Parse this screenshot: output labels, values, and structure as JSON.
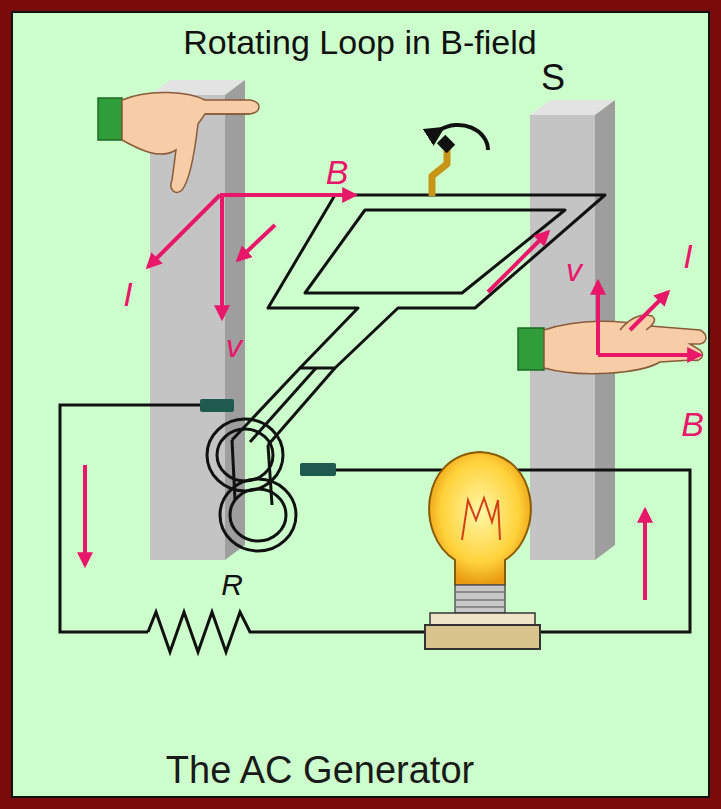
{
  "diagram": {
    "title": "Rotating Loop in B-field",
    "caption": "The AC Generator",
    "labels": [
      "B",
      "S",
      "v",
      "I",
      "I",
      "v",
      "B",
      "R"
    ]
  }
}
